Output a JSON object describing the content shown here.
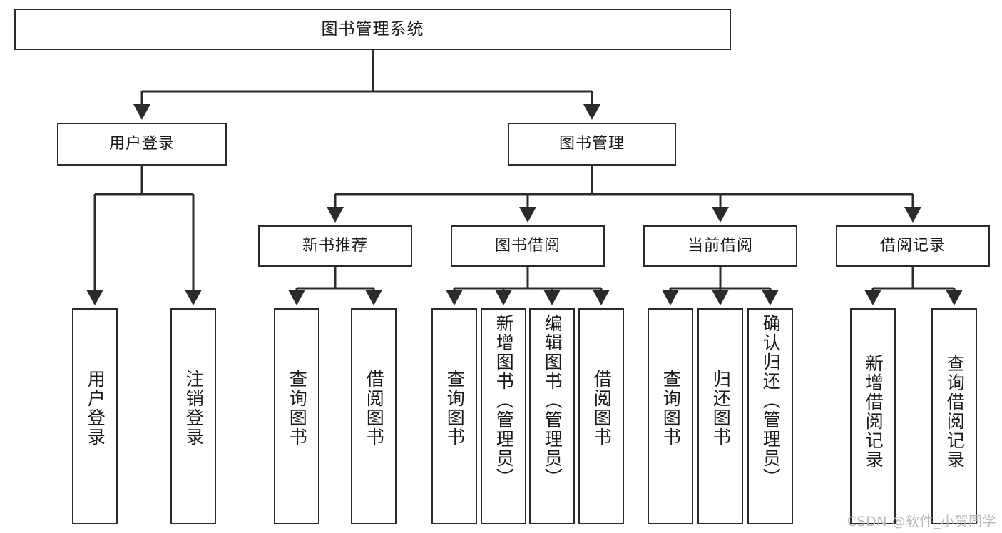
{
  "diagram": {
    "title": "图书管理系统",
    "watermark": "CSDN @软件_小贺同学",
    "colors": {
      "box_border": "#2b2b2b",
      "box_fill": "#ffffff",
      "connector": "#2b2b2b",
      "text": "#1a1a1a",
      "watermark": "#b9b9b9",
      "background": "#ffffff"
    },
    "root": {
      "label": "图书管理系统"
    },
    "level2": [
      {
        "label": "用户登录"
      },
      {
        "label": "图书管理"
      }
    ],
    "level3": [
      {
        "label": "新书推荐"
      },
      {
        "label": "图书借阅"
      },
      {
        "label": "当前借阅"
      },
      {
        "label": "借阅记录"
      }
    ],
    "leaves": {
      "user_login": [
        {
          "label": "用户登录"
        },
        {
          "label": "注销登录"
        }
      ],
      "new_book_recommend": [
        {
          "label": "查询图书"
        },
        {
          "label": "借阅图书"
        }
      ],
      "book_borrow": [
        {
          "label": "查询图书"
        },
        {
          "label": "新增图书（管理员）"
        },
        {
          "label": "编辑图书（管理员）"
        },
        {
          "label": "借阅图书"
        }
      ],
      "current_borrow": [
        {
          "label": "查询图书"
        },
        {
          "label": "归还图书"
        },
        {
          "label": "确认归还（管理员）"
        }
      ],
      "borrow_records": [
        {
          "label": "新增借阅记录"
        },
        {
          "label": "查询借阅记录"
        }
      ]
    }
  }
}
